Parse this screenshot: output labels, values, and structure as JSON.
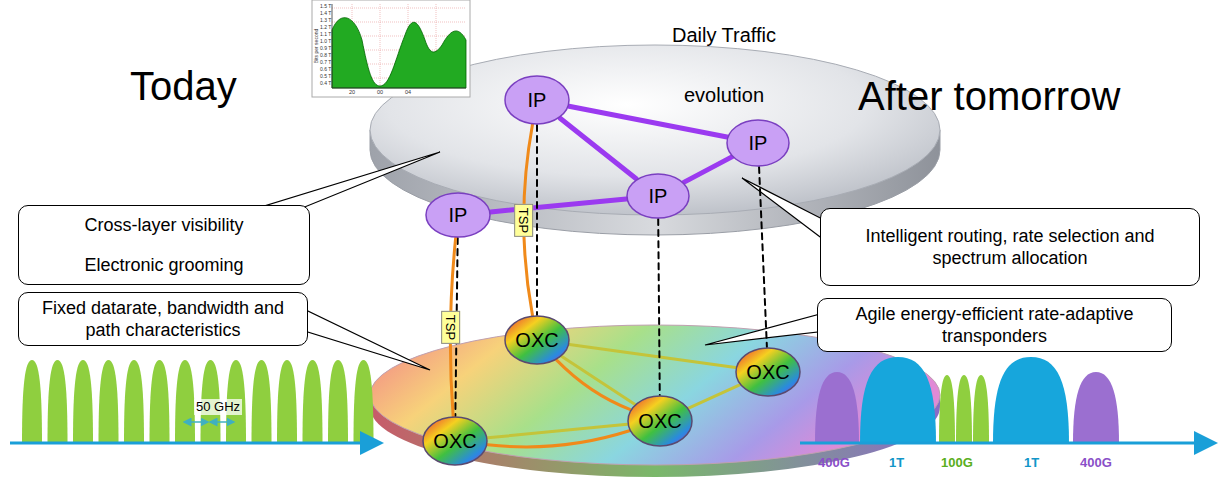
{
  "diagram": {
    "nodes": [
      {
        "text": [
          "Cross-layer visibility",
          "Electronic grooming"
        ]
      },
      {
        "text": [
          "Fixed datarate, bandwidth and path characteristics"
        ]
      },
      {
        "text": [
          "Intelligent routing, rate selection and spectrum allocation"
        ]
      },
      {
        "text": [
          "Agile energy-efficient rate-adaptive transponders"
        ]
      },
      {
        "text": [
          "IP"
        ]
      },
      {
        "text": [
          "IP"
        ]
      },
      {
        "text": [
          "IP"
        ]
      },
      {
        "text": [
          "IP"
        ]
      },
      {
        "text": [
          "OXC"
        ]
      },
      {
        "text": [
          "OXC"
        ]
      },
      {
        "text": [
          "OXC"
        ]
      },
      {
        "text": [
          "OXC"
        ]
      }
    ],
    "edges": [
      {
        "from": 4,
        "to": 5,
        "arrow": "none"
      },
      {
        "from": 4,
        "to": 6,
        "arrow": "none"
      },
      {
        "from": 6,
        "to": 5,
        "arrow": "none"
      },
      {
        "from": 7,
        "to": 6,
        "arrow": "none"
      },
      {
        "from": 8,
        "to": 9,
        "arrow": "none"
      },
      {
        "from": 8,
        "to": 10,
        "arrow": "none"
      },
      {
        "from": 10,
        "to": 9,
        "arrow": "none"
      },
      {
        "from": 11,
        "to": 10,
        "arrow": "none"
      },
      {
        "from": 4,
        "to": 8,
        "arrow": "none"
      },
      {
        "from": 6,
        "to": 10,
        "arrow": "none"
      },
      {
        "from": 5,
        "to": 9,
        "arrow": "none"
      },
      {
        "from": 7,
        "to": 11,
        "arrow": "none"
      },
      {
        "from": 4,
        "to": 8,
        "label": "TSP",
        "arrow": "none"
      },
      {
        "from": 8,
        "to": 10,
        "arrow": "none"
      },
      {
        "from": 7,
        "to": 11,
        "label": "TSP",
        "arrow": "none"
      },
      {
        "from": 11,
        "to": 10,
        "arrow": "none"
      }
    ],
    "labels": [
      "Today",
      "After tomorrow",
      "Daily Traffic evolution",
      "50 GHz",
      "400G",
      "1T",
      "100G",
      "1T",
      "400G",
      "Bits per second",
      "20",
      "00",
      "04",
      "1.5 T",
      "1.4 T",
      "1.3 T",
      "1.2 T",
      "1.1 T",
      "1.0 T",
      "0.9 T",
      "0.8 T",
      "0.7 T",
      "0.6 T",
      "0.5 T",
      "0.4 T"
    ]
  }
}
